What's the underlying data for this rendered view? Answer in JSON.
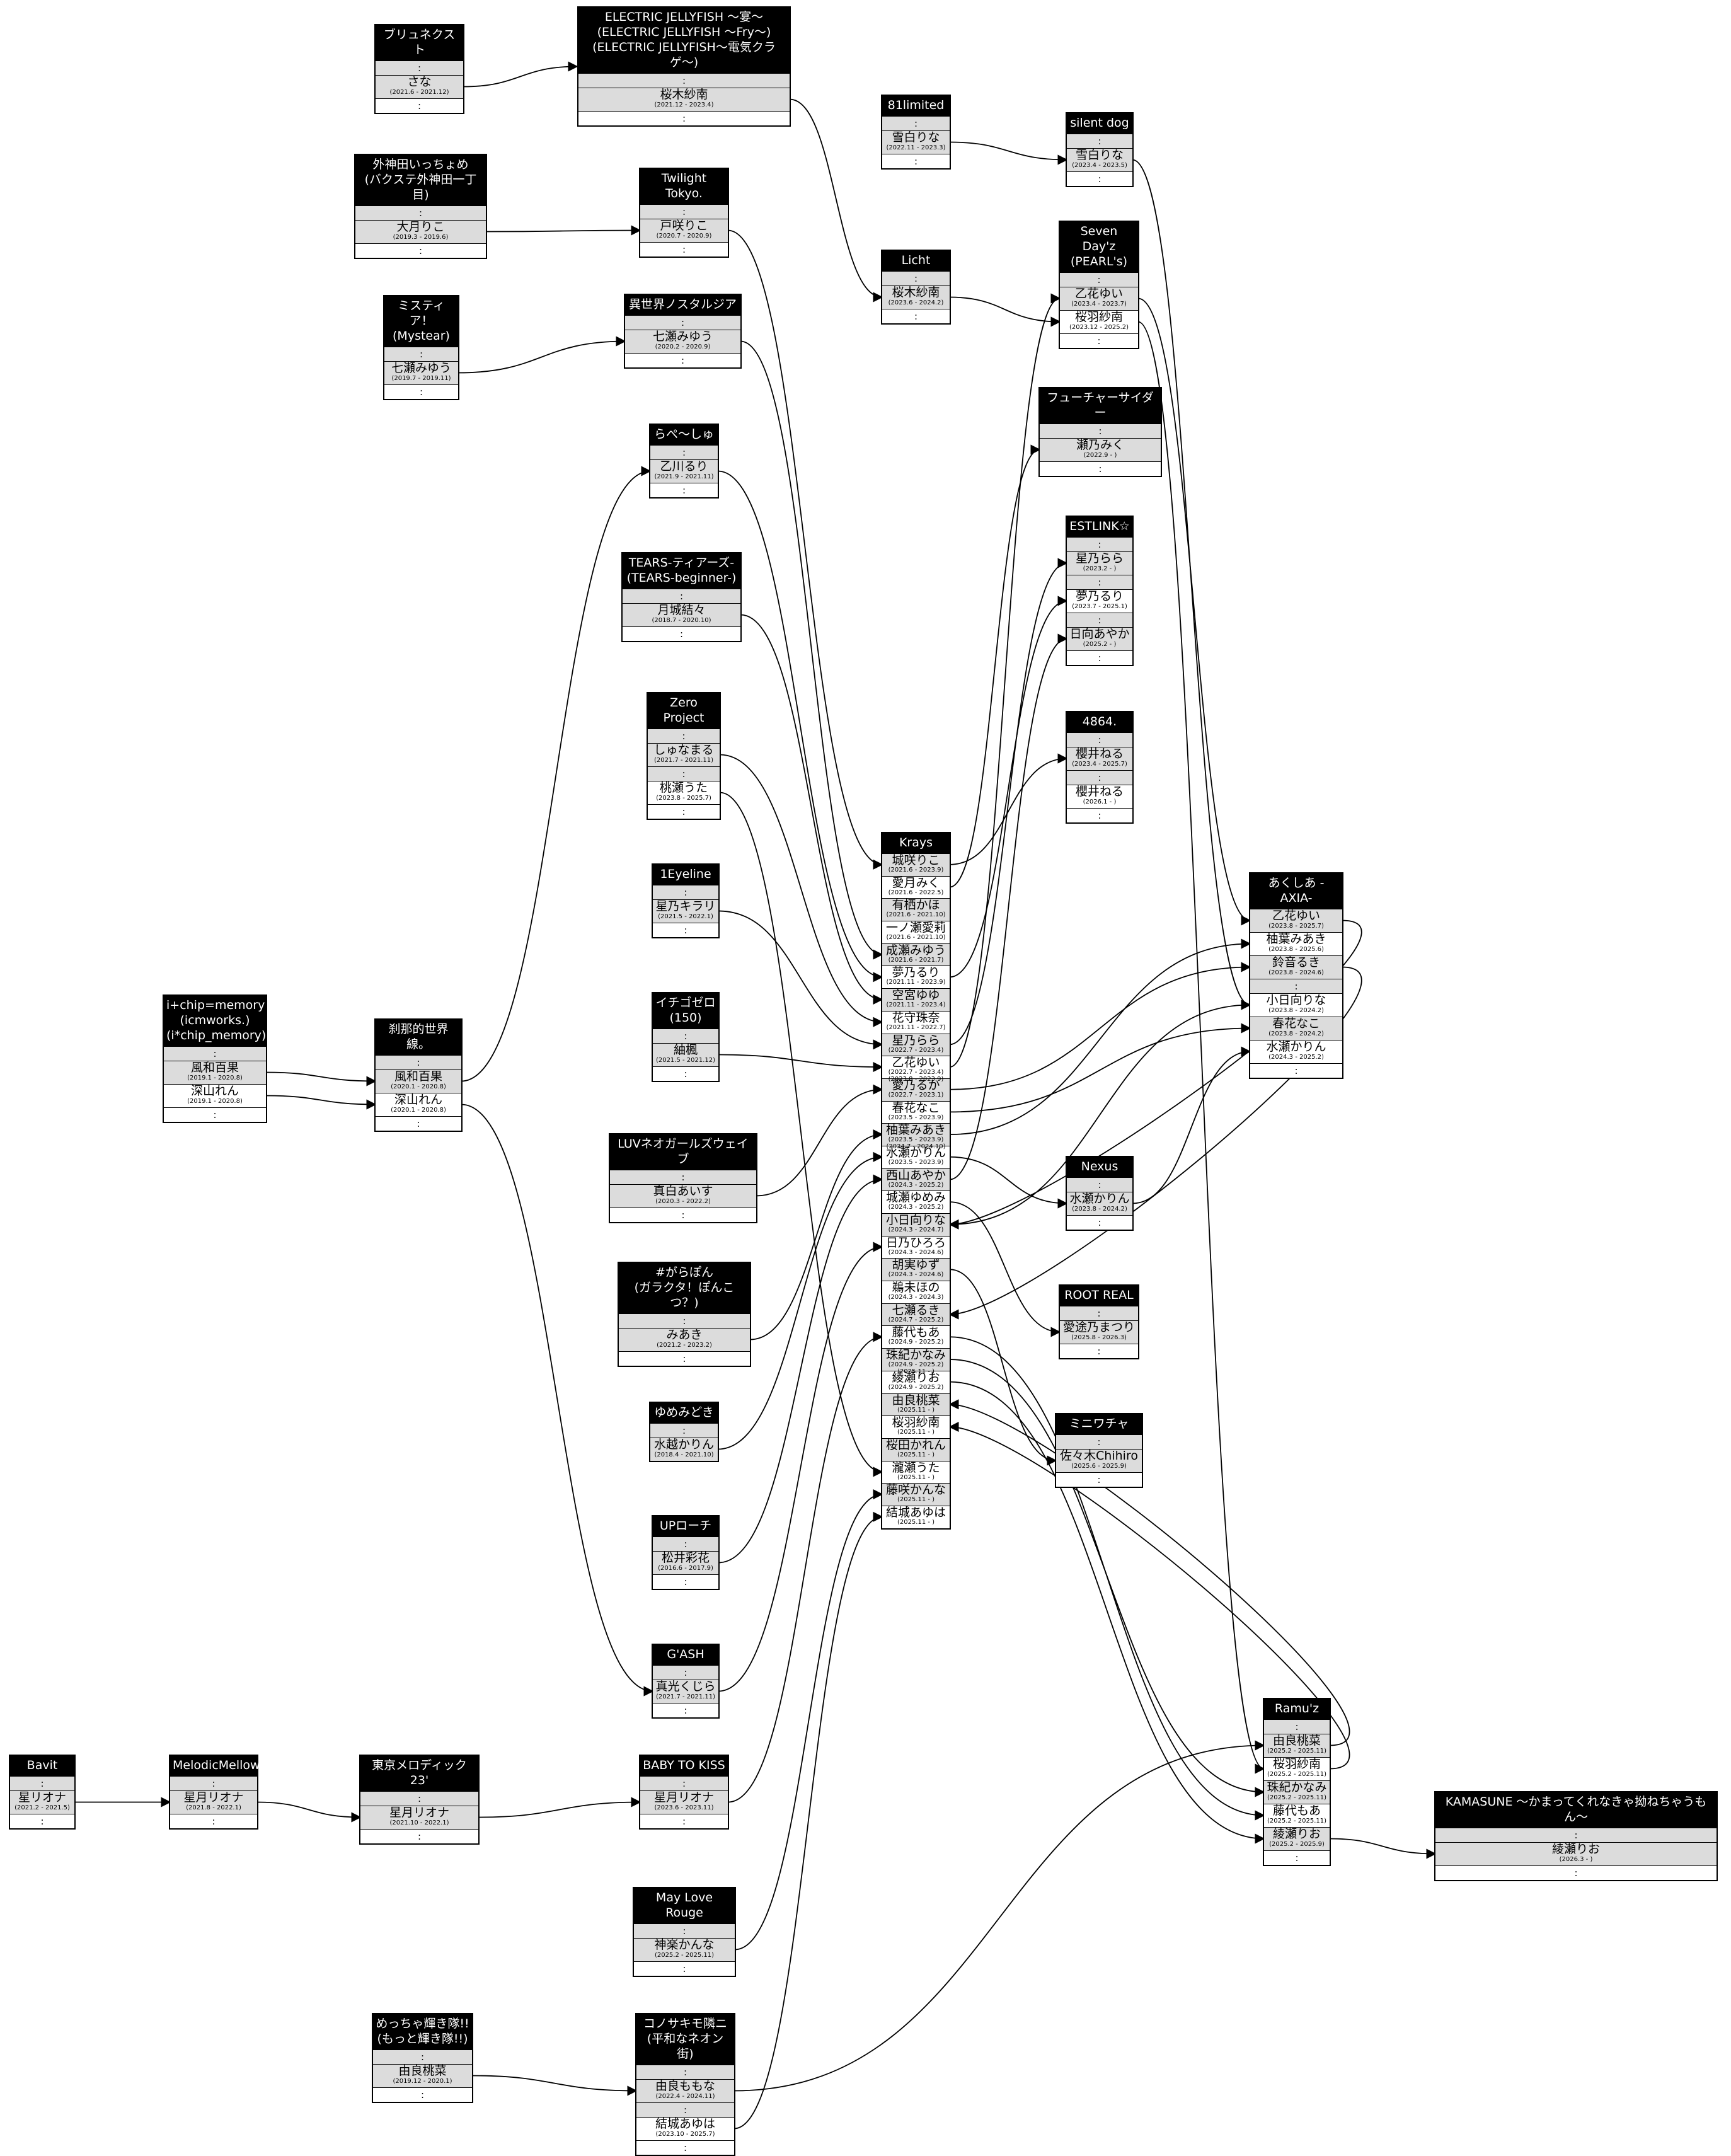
{
  "groups": {
    "brunext": {
      "title": "ブリュネクスト",
      "members": [
        {
          "name": "さな",
          "period": "(2021.6 - 2021.12)"
        }
      ]
    },
    "electric": {
      "title": "ELECTRIC JELLYFISH 〜宴〜\n(ELECTRIC JELLYFISH 〜Fry〜)\n(ELECTRIC JELLYFISH〜電気クラゲ〜)",
      "members": [
        {
          "name": "桜木紗南",
          "period": "(2021.12 - 2023.4)"
        }
      ]
    },
    "limited81": {
      "title": "81limited",
      "members": [
        {
          "name": "雪白りな",
          "period": "(2022.11 - 2023.3)"
        }
      ]
    },
    "silentdog": {
      "title": "silent dog",
      "members": [
        {
          "name": "雪白りな",
          "period": "(2023.4 - 2023.5)"
        }
      ]
    },
    "tokamita": {
      "title": "外神田いっちょめ\n(バクステ外神田一丁目)",
      "members": [
        {
          "name": "大月りこ",
          "period": "(2019.3 - 2019.6)"
        }
      ]
    },
    "twilight": {
      "title": "Twilight Tokyo.",
      "members": [
        {
          "name": "戸咲りこ",
          "period": "(2020.7 - 2020.9)"
        }
      ]
    },
    "licht": {
      "title": "Licht",
      "members": [
        {
          "name": "桜木紗南",
          "period": "(2023.6 - 2024.2)"
        }
      ]
    },
    "sevendayz": {
      "title": "Seven Day'z\n(PEARL's)",
      "members": [
        {
          "name": "乙花ゆい",
          "period": "(2023.4 - 2023.7)"
        },
        {
          "name": "桜羽紗南",
          "period": "(2023.12 - 2025.2)"
        }
      ]
    },
    "mystear": {
      "title": "ミスティア！\n(Mystear)",
      "members": [
        {
          "name": "七瀬みゆう",
          "period": "(2019.7 - 2019.11)"
        }
      ]
    },
    "isekai": {
      "title": "異世界ノスタルジア",
      "members": [
        {
          "name": "七瀬みゆう",
          "period": "(2020.2 - 2020.9)"
        }
      ]
    },
    "future": {
      "title": "フューチャーサイダー",
      "members": [
        {
          "name": "瀬乃みく",
          "period": "(2022.9 - )"
        }
      ]
    },
    "lapeshu": {
      "title": "らぺ〜しゅ",
      "members": [
        {
          "name": "乙川るり",
          "period": "(2021.9 - 2021.11)"
        }
      ]
    },
    "estlink": {
      "title": "ESTLINK☆",
      "members": [
        {
          "name": "星乃らら",
          "period": "(2023.2 - )"
        },
        {
          "name": "夢乃るり",
          "period": "(2023.7 - 2025.1)"
        },
        {
          "name": "日向あやか",
          "period": "(2025.2 - )"
        }
      ]
    },
    "tears": {
      "title": "TEARS-ティアーズ-\n(TEARS-beginner-)",
      "members": [
        {
          "name": "月城結々",
          "period": "(2018.7 - 2020.10)"
        }
      ]
    },
    "zero": {
      "title": "Zero Project",
      "members": [
        {
          "name": "しゅなまる",
          "period": "(2021.7 - 2021.11)"
        },
        {
          "name": "桃瀬うた",
          "period": "(2023.8 - 2025.7)"
        }
      ]
    },
    "g4864": {
      "title": "4864.",
      "members": [
        {
          "name": "櫻井ねる",
          "period": "(2023.4 - 2025.7)"
        },
        {
          "name": "櫻井ねる",
          "period": "(2026.1 - )"
        }
      ]
    },
    "eyeline": {
      "title": "1Eyeline",
      "members": [
        {
          "name": "星乃キラリ",
          "period": "(2021.5 - 2022.1)"
        }
      ]
    },
    "axia": {
      "title": "あくしあ -AXIA-",
      "members": [
        {
          "name": "乙花ゆい",
          "period": "(2023.8 - 2025.7)"
        },
        {
          "name": "柚葉みあき",
          "period": "(2023.8 - 2025.6)"
        },
        {
          "name": "鈴音るき",
          "period": "(2023.8 - 2024.6)"
        },
        {
          "name": "小日向りな",
          "period": "(2023.8 - 2024.2)"
        },
        {
          "name": "春花なこ",
          "period": "(2023.8 - 2024.2)"
        },
        {
          "name": "水瀬かりん",
          "period": "(2024.3 - 2025.2)"
        }
      ]
    },
    "icp": {
      "title": "i+chip=memory\n(icmworks.)\n(i*chip_memory)",
      "members": [
        {
          "name": "風和百果",
          "period": "(2019.1 - 2020.8)"
        },
        {
          "name": "深山れん",
          "period": "(2019.1 - 2020.8)"
        }
      ]
    },
    "setsuna": {
      "title": "刹那的世界線。",
      "members": [
        {
          "name": "風和百果",
          "period": "(2020.1 - 2020.8)"
        },
        {
          "name": "深山れん",
          "period": "(2020.1 - 2020.8)"
        }
      ]
    },
    "ichigo": {
      "title": "イチゴゼロ\n(150)",
      "members": [
        {
          "name": "紬楓",
          "period": "(2021.5 - 2021.12)"
        }
      ]
    },
    "luv": {
      "title": "LUVネオガールズウェイブ",
      "members": [
        {
          "name": "真白あいす",
          "period": "(2020.3 - 2022.2)"
        }
      ]
    },
    "nexus": {
      "title": "Nexus",
      "members": [
        {
          "name": "水瀬かりん",
          "period": "(2023.8 - 2024.2)"
        }
      ]
    },
    "garapon": {
      "title": "#がらぽん\n(ガラクタ！ぽんこつ？)",
      "members": [
        {
          "name": "みあき",
          "period": "(2021.2 - 2023.2)"
        }
      ]
    },
    "rootreal": {
      "title": "ROOT REAL",
      "members": [
        {
          "name": "愛途乃まつり",
          "period": "(2025.8 - 2026.3)"
        }
      ]
    },
    "yumemi": {
      "title": "ゆめみどき",
      "members": [
        {
          "name": "水越かりん",
          "period": "(2018.4 - 2021.10)"
        }
      ]
    },
    "miniwacha": {
      "title": "ミニワチャ",
      "members": [
        {
          "name": "佐々木Chihiro",
          "period": "(2025.6 - 2025.9)"
        }
      ]
    },
    "uproach": {
      "title": "UPローチ",
      "members": [
        {
          "name": "松井彩花",
          "period": "(2016.6 - 2017.9)"
        }
      ]
    },
    "gash": {
      "title": "G'ASH",
      "members": [
        {
          "name": "真光くじら",
          "period": "(2021.7 - 2021.11)"
        }
      ]
    },
    "ramuz": {
      "title": "Ramu'z",
      "members": [
        {
          "name": "由良桃菜",
          "period": "(2025.2 - 2025.11)"
        },
        {
          "name": "桜羽紗南",
          "period": "(2025.2 - 2025.11)"
        },
        {
          "name": "珠紀かなみ",
          "period": "(2025.2 - 2025.11)"
        },
        {
          "name": "藤代もあ",
          "period": "(2025.2 - 2025.11)"
        },
        {
          "name": "綾瀬りお",
          "period": "(2025.2 - 2025.9)"
        }
      ]
    },
    "kamasune": {
      "title": "KAMASUNE 〜かまってくれなきゃ拗ねちゃうもん〜",
      "members": [
        {
          "name": "綾瀬りお",
          "period": "(2026.3 - )"
        }
      ]
    },
    "bavit": {
      "title": "Bavit",
      "members": [
        {
          "name": "星リオナ",
          "period": "(2021.2 - 2021.5)"
        }
      ]
    },
    "melodic": {
      "title": "MelodicMellow",
      "members": [
        {
          "name": "星月リオナ",
          "period": "(2021.8 - 2022.1)"
        }
      ]
    },
    "tokyomelodic": {
      "title": "東京メロディック23'",
      "members": [
        {
          "name": "星月リオナ",
          "period": "(2021.10 - 2022.1)"
        }
      ]
    },
    "babytokiss": {
      "title": "BABY TO KISS",
      "members": [
        {
          "name": "星月リオナ",
          "period": "(2023.6 - 2023.11)"
        }
      ]
    },
    "maylove": {
      "title": "May Love Rouge",
      "members": [
        {
          "name": "神楽かんな",
          "period": "(2025.2 - 2025.11)"
        }
      ]
    },
    "meccha": {
      "title": "めっちゃ輝き隊!!\n(もっと輝き隊!!)",
      "members": [
        {
          "name": "由良桃菜",
          "period": "(2019.12 - 2020.1)"
        }
      ]
    },
    "konosaki": {
      "title": "コノサキモ隣ニ\n(平和なネオン街)",
      "members": [
        {
          "name": "由良ももな",
          "period": "(2022.4 - 2024.11)"
        },
        {
          "name": "結城あゆは",
          "period": "(2023.10 - 2025.7)"
        }
      ]
    }
  },
  "krays": {
    "title": "Krays",
    "members": [
      {
        "name": "城咲りこ",
        "period": "(2021.6 - 2023.9)"
      },
      {
        "name": "愛月みく",
        "period": "(2021.6 - 2022.5)"
      },
      {
        "name": "有栖かほ",
        "period": "(2021.6 - 2021.10)"
      },
      {
        "name": "一ノ瀬愛莉",
        "period": "(2021.6 - 2021.10)"
      },
      {
        "name": "成瀬みゆう",
        "period": "(2021.6 - 2021.7)"
      },
      {
        "name": "夢乃るり",
        "period": "(2021.11 - 2023.9)"
      },
      {
        "name": "空宮ゆゆ",
        "period": "(2021.11 - 2023.4)"
      },
      {
        "name": "花守珠奈",
        "period": "(2021.11 - 2022.7)"
      },
      {
        "name": "星乃らら",
        "period": "(2022.7 - 2023.4)"
      },
      {
        "name": "乙花ゆい",
        "period": "(2022.7 - 2023.4)\n(2023.8 - 2023.9)"
      },
      {
        "name": "愛乃るか",
        "period": "(2022.7 - 2023.1)"
      },
      {
        "name": "春花なこ",
        "period": "(2023.5 - 2023.9)"
      },
      {
        "name": "柚葉みあき",
        "period": "(2023.5 - 2023.9)\n(2024.7 - 2024.10)"
      },
      {
        "name": "水瀬かりん",
        "period": "(2023.5 - 2023.9)"
      },
      {
        "name": "西山あやか",
        "period": "(2024.3 - 2025.2)"
      },
      {
        "name": "城瀬ゆめみ",
        "period": "(2024.3 - 2025.2)"
      },
      {
        "name": "小日向りな",
        "period": "(2024.3 - 2024.7)"
      },
      {
        "name": "日乃ひろろ",
        "period": "(2024.3 - 2024.6)"
      },
      {
        "name": "胡実ゆず",
        "period": "(2024.3 - 2024.6)"
      },
      {
        "name": "鵜未ほの",
        "period": "(2024.3 - 2024.3)"
      },
      {
        "name": "七瀬るき",
        "period": "(2024.7 - 2025.2)"
      },
      {
        "name": "藤代もあ",
        "period": "(2024.9 - 2025.2)"
      },
      {
        "name": "珠紀かなみ",
        "period": "(2024.9 - 2025.2)\n(2025.11 - )"
      },
      {
        "name": "綾瀬りお",
        "period": "(2024.9 - 2025.2)"
      },
      {
        "name": "由良桃菜",
        "period": "(2025.11 - )"
      },
      {
        "name": "桜羽紗南",
        "period": "(2025.11 - )"
      },
      {
        "name": "桜田かれん",
        "period": "(2025.11 - )"
      },
      {
        "name": "瀧瀬うた",
        "period": "(2025.11 - )"
      },
      {
        "name": "藤咲かんな",
        "period": "(2025.11 - )"
      },
      {
        "name": "結城あゆは",
        "period": "(2025.11 - )"
      }
    ]
  }
}
